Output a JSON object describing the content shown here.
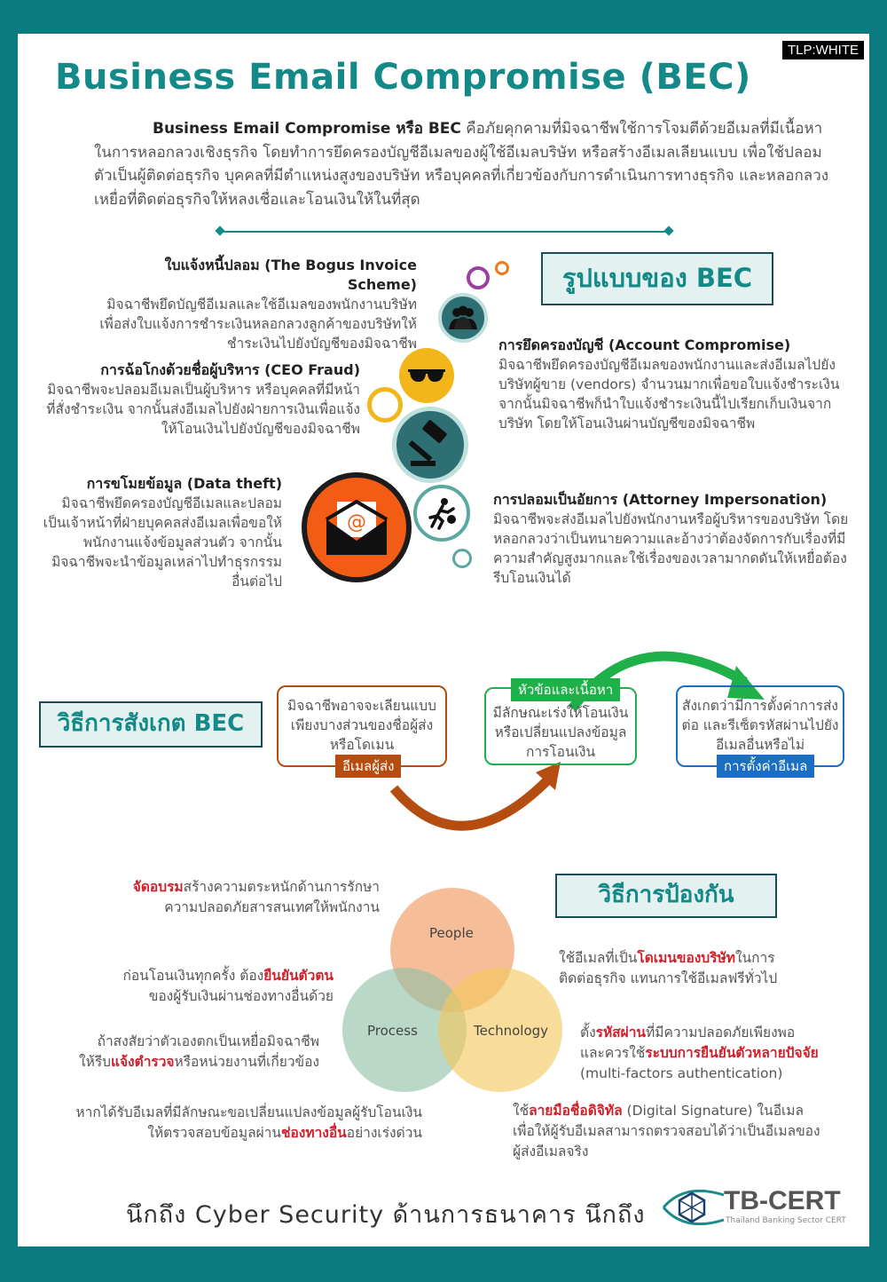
{
  "tlp": "TLP:WHITE",
  "title": "Business Email Compromise (BEC)",
  "intro": {
    "lead": "Business Email Compromise หรือ BEC",
    "text": " คือภัยคุกคามที่มิจฉาชีพใช้การโจมตีด้วยอีเมลที่มีเนื้อหาในการหลอกลวงเชิงธุรกิจ โดยทำการยึดครองบัญชีอีเมลของผู้ใช้อีเมลบริษัท หรือสร้างอีเมลเลียนแบบ เพื่อใช้ปลอมตัวเป็นผู้ติดต่อธุรกิจ บุคคลที่มีตำแหน่งสูงของบริษัท หรือบุคคลที่เกี่ยวข้องกับการดำเนินการทางธุรกิจ และหลอกลวงเหยื่อที่ติดต่อธุรกิจให้หลงเชื่อและโอนเงินให้ในที่สุด"
  },
  "types": {
    "heading": "รูปแบบของ BEC",
    "bogus": {
      "title": "ใบแจ้งหนี้ปลอม (The Bogus Invoice Scheme)",
      "text": "มิจฉาชีพยึดบัญชีอีเมลและใช้อีเมลของพนักงานบริษัทเพื่อส่งใบแจ้งการชำระเงินหลอกลวงลูกค้าของบริษัทให้ชำระเงินไปยังบัญชีของมิจฉาชีพ"
    },
    "ceo": {
      "title": "การฉ้อโกงด้วยชื่อผู้บริหาร (CEO Fraud)",
      "text": "มิจฉาชีพจะปลอมอีเมลเป็นผู้บริหาร หรือบุคคลที่มีหน้าที่สั่งชำระเงิน จากนั้นส่งอีเมลไปยังฝ่ายการเงินเพื่อแจ้งให้โอนเงินไปยังบัญชีของมิจฉาชีพ"
    },
    "theft": {
      "title": "การขโมยข้อมูล (Data theft)",
      "text": "มิจฉาชีพยึดครองบัญชีอีเมลและปลอมเป็นเจ้าหน้าที่ฝ่ายบุคคลส่งอีเมลเพื่อขอให้พนักงานแจ้งข้อมูลส่วนตัว จากนั้นมิจฉาชีพจะนำข้อมูลเหล่าไปทำธุรกรรมอื่นต่อไป"
    },
    "account": {
      "title": "การยึดครองบัญชี (Account Compromise)",
      "text": "มิจฉาชีพยึดครองบัญชีอีเมลของพนักงานและส่งอีเมลไปยังบริษัทผู้ขาย (vendors) จำนวนมากเพื่อขอใบแจ้งชำระเงิน จากนั้นมิจฉาชีพก็นำใบแจ้งชำระเงินนี้ไปเรียกเก็บเงินจากบริษัท โดยให้โอนเงินผ่านบัญชีของมิจฉาชีพ"
    },
    "attorney": {
      "title": "การปลอมเป็นอัยการ (Attorney Impersonation)",
      "text": "มิจฉาชีพจะส่งอีเมลไปยังพนักงานหรือผู้บริหารของบริษัท โดยหลอกลวงว่าเป็นทนายความและอ้างว่าต้องจัดการกับเรื่องที่มีความสำคัญสูงมากและใช้เรื่องของเวลามากดดันให้เหยื่อต้องรีบโอนเงินได้"
    }
  },
  "observe": {
    "heading": "วิธีการสังเกต BEC",
    "sender": {
      "text": "มิจฉาชีพอาจจะเลียนแบบเพียงบางส่วนของชื่อผู้ส่งหรือโดเมน",
      "tag": "อีเมลผู้ส่ง"
    },
    "content": {
      "tag": "หัวข้อและเนื้อหา",
      "text": "มีลักษณะเร่งให้โอนเงินหรือเปลี่ยนแปลงข้อมูลการโอนเงิน"
    },
    "settings": {
      "text": "สังเกตว่ามีการตั้งค่าการส่งต่อ และรีเซ็ตรหัสผ่านไปยังอีเมลอื่นหรือไม่",
      "tag": "การตั้งค่าอีเมล"
    }
  },
  "prevent": {
    "heading": "วิธีการป้องกัน",
    "venn": {
      "people": "People",
      "process": "Process",
      "technology": "Technology"
    },
    "tip1": {
      "red": "จัดอบรม",
      "a": "สร้างความตระหนักด้านการรักษา",
      "b": "ความปลอดภัยสารสนเทศให้พนักงาน"
    },
    "tip2": {
      "a": "ก่อนโอนเงินทุกครั้ง ต้อง",
      "red": "ยืนยันตัวตน",
      "b": "ของผู้รับเงินผ่านช่องทางอื่นด้วย"
    },
    "tip3": {
      "a": "ถ้าสงสัยว่าตัวเองตกเป็นเหยื่อมิจฉาชีพ",
      "b": "ให้รีบ",
      "red": "แจ้งตำรวจ",
      "c": "หรือหน่วยงานที่เกี่ยวข้อง"
    },
    "tip4": {
      "a": "หากได้รับอีเมลที่มีลักษณะขอเปลี่ยนแปลงข้อมูลผู้รับโอนเงิน",
      "b": "ให้ตรวจสอบข้อมูลผ่าน",
      "red": "ช่องทางอื่น",
      "c": "อย่างเร่งด่วน"
    },
    "tip5": {
      "a": "ใช้อีเมลที่เป็น",
      "red": "โดเมนของบริษัท",
      "b": "ในการ",
      "c": "ติดต่อธุรกิจ แทนการใช้อีเมลฟรีทั่วไป"
    },
    "tip6": {
      "a": "ตั้ง",
      "red": "รหัสผ่าน",
      "b": "ที่มีความปลอดภัยเพียงพอ",
      "c": "และควรใช้",
      "red2": "ระบบการยืนยันตัวหลายปัจจัย",
      "d": "(multi-factors authentication)"
    },
    "tip7": {
      "a": "ใช้",
      "red": "ลายมือชื่อดิจิทัล",
      "b": " (Digital Signature) ในอีเมล",
      "c": "เพื่อให้ผู้รับอีเมลสามารถตรวจสอบได้ว่าเป็นอีเมลของ",
      "d": "ผู้ส่งอีเมลจริง"
    }
  },
  "footer": {
    "slogan": "นึกถึง Cyber Security ด้านการธนาคาร   นึกถึง",
    "logo": "TB-CERT",
    "logo_sub": "Thailand Banking Sector CERT"
  },
  "colors": {
    "teal": "#0b7b80",
    "orange": "#b54c10",
    "green": "#1fb04a",
    "blue": "#1a6fc4",
    "red": "#d0202c"
  }
}
